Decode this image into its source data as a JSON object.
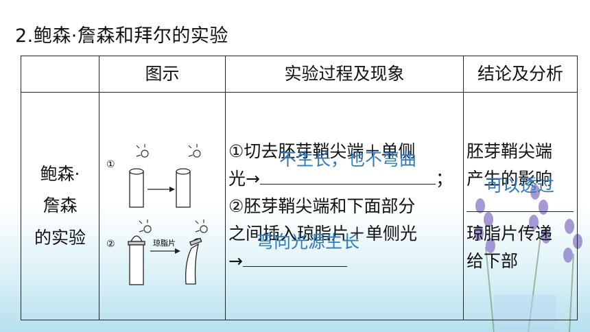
{
  "heading": "2.鲍森·詹森和拜尔的实验",
  "table": {
    "headers": [
      "",
      "图示",
      "实验过程及现象",
      "结论及分析"
    ],
    "row": {
      "name_lines": [
        "鲍森·",
        "詹森",
        "的实验"
      ],
      "figure": {
        "mark1": "①",
        "mark2": "②",
        "agar_label": "琼脂片"
      },
      "process": {
        "line1": "①切去胚芽鞘尖端＋单侧",
        "line2_prefix": "光→",
        "line2_suffix": "；",
        "answer1": "不生长，也不弯曲",
        "line3": "②胚芽鞘尖端和下面部分",
        "line4": "之间插入琼脂片＋单侧光",
        "line5_prefix": "→",
        "answer2": "弯向光源生长"
      },
      "conclusion": {
        "line1": "胚芽鞘尖端",
        "line2": "产生的影响",
        "answer": "可以透过",
        "line4": "琼脂片传递",
        "line5": "给下部"
      }
    }
  },
  "colors": {
    "answer_text": "#2f7bbf",
    "border": "#222222"
  }
}
